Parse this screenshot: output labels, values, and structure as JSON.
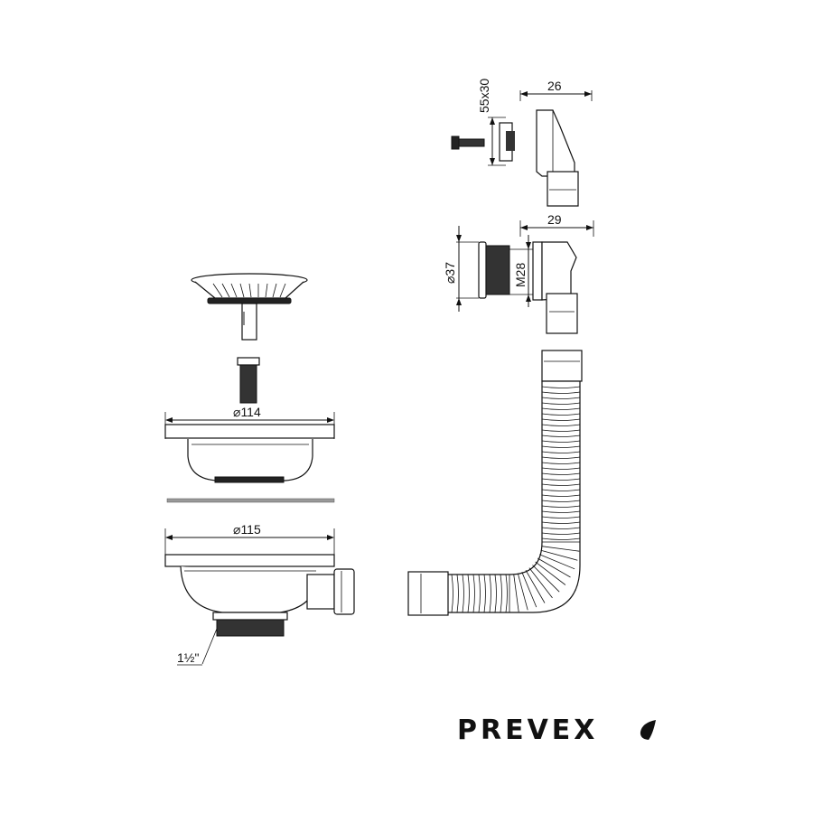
{
  "dimensions": {
    "overflow_plate": "55x30",
    "overflow_width_top": "26",
    "overflow_width_bottom": "29",
    "overflow_diameter": "37",
    "overflow_thread": "M28",
    "strainer_diameter": "114",
    "body_diameter": "115",
    "outlet_thread": "1½\""
  },
  "diameter_symbol": "⌀",
  "brand": {
    "name": "PREVEX",
    "mark": "drop-icon",
    "color": "#111111"
  }
}
